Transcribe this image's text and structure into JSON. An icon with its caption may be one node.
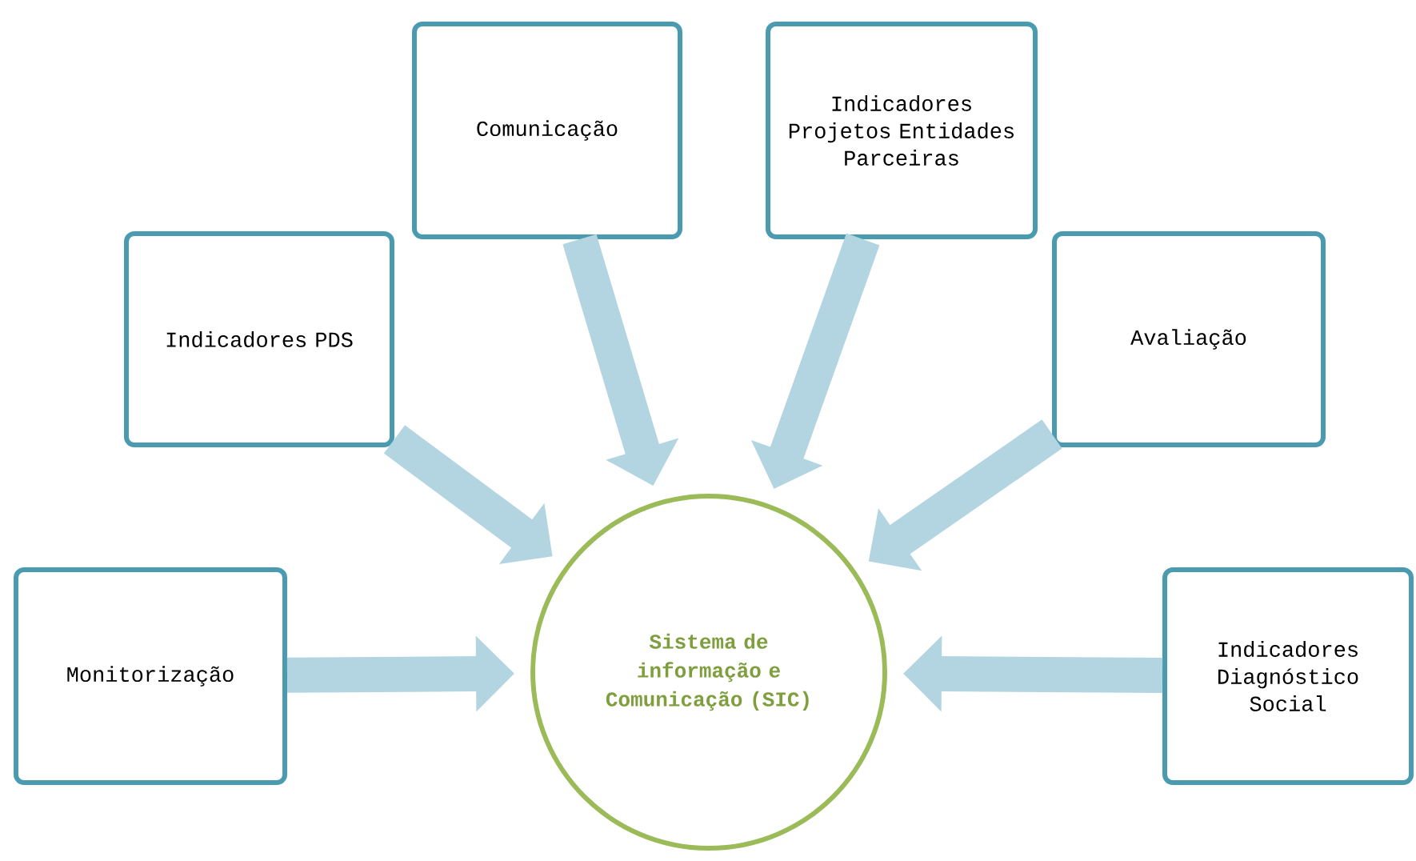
{
  "diagram": {
    "nodes": [
      {
        "text": [
          "Comunicação"
        ]
      },
      {
        "text": [
          "Indicadores Projetos Entidades Parceiras"
        ]
      },
      {
        "text": [
          "Indicadores PDS"
        ]
      },
      {
        "text": [
          "Avaliação"
        ]
      },
      {
        "text": [
          "Monitorização"
        ]
      },
      {
        "text": [
          "Sistema de informação e Comunicação (SIC)"
        ]
      },
      {
        "text": [
          "Indicadores Diagnóstico Social"
        ]
      }
    ],
    "edges": [
      {
        "from": 0,
        "to": 5,
        "arrow": "to"
      },
      {
        "from": 1,
        "to": 5,
        "arrow": "to"
      },
      {
        "from": 2,
        "to": 5,
        "arrow": "to"
      },
      {
        "from": 3,
        "to": 5,
        "arrow": "to"
      },
      {
        "from": 4,
        "to": 5,
        "arrow": "to"
      },
      {
        "from": 6,
        "to": 5,
        "arrow": "to"
      }
    ]
  }
}
